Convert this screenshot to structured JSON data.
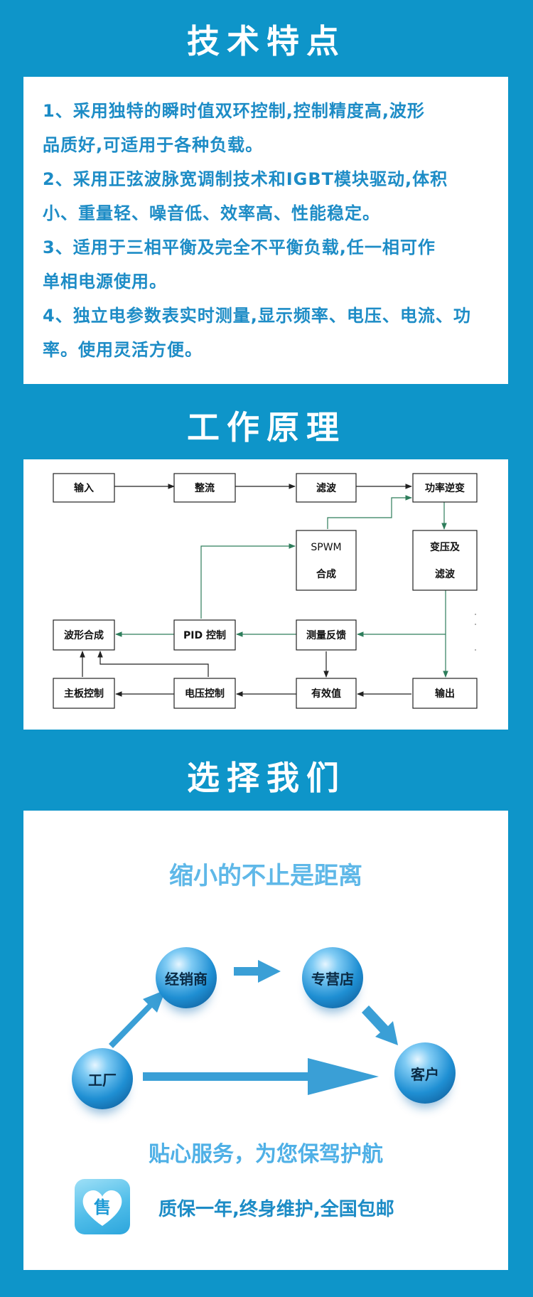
{
  "features": {
    "title": "技术特点",
    "lines": [
      "1、采用独特的瞬时值双环控制,控制精度高,波形",
      "品质好,可适用于各种负载。",
      "2、采用正弦波脉宽调制技术和IGBT模块驱动,体积",
      "小、重量轻、噪音低、效率高、性能稳定。",
      "3、适用于三相平衡及完全不平衡负载,任一相可作",
      "单相电源使用。",
      "4、独立电参数表实时测量,显示频率、电压、电流、功",
      "率。使用灵活方便。"
    ]
  },
  "principle": {
    "title": "工作原理",
    "boxes": {
      "input": "输入",
      "rectify": "整流",
      "filter": "滤波",
      "inverter": "功率逆变",
      "spwm_1": "SPWM",
      "spwm_2": "合成",
      "transformer_1": "变压及",
      "transformer_2": "滤波",
      "waveform": "波形合成",
      "pid": "PID 控制",
      "feedback": "测量反馈",
      "mainboard": "主板控制",
      "voltage": "电压控制",
      "rms": "有效值",
      "output": "输出"
    }
  },
  "choose": {
    "title": "选择我们",
    "slogan_top": "缩小的不止是距离",
    "nodes": {
      "dealer": "经销商",
      "store": "专营店",
      "factory": "工厂",
      "customer": "客户"
    },
    "slogan_bottom": "贴心服务，为您保驾护航",
    "service_icon_char": "售",
    "service_text": "质保一年,终身维护,全国包邮"
  },
  "colors": {
    "background": "#0e95c9",
    "feature_text": "#1d8cc6",
    "arrow": "#3a9fd6",
    "diagram_line": "#2e7d5b"
  }
}
